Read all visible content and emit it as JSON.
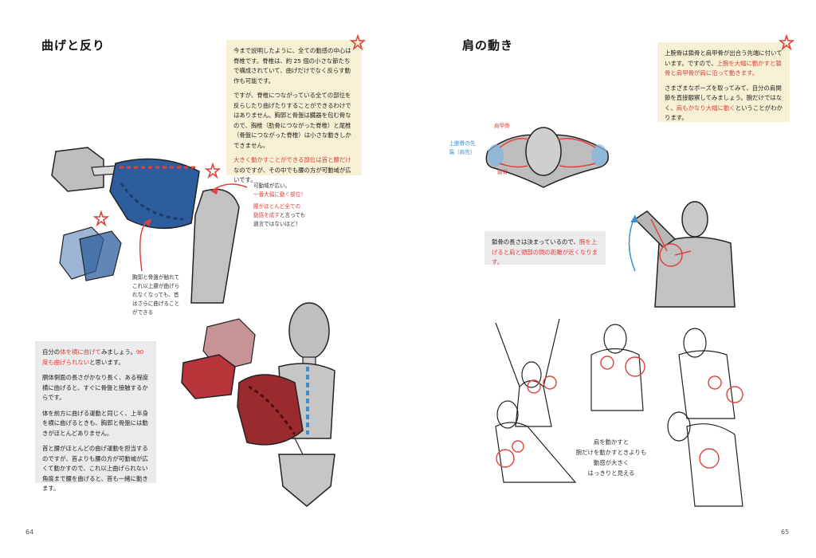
{
  "left": {
    "title": "曲げと反り",
    "note_top": {
      "p1": "今まで説明したように、全ての動感の中心は脊椎です。脊椎は、約 25 個の小さな節たちで構成されていて、曲げだけでなく反らす動作も可能です。",
      "p2": "ですが、脊椎につながっている全ての部位を反らしたり曲げたりすることができるわけではありません。胸郭と骨盤は臓器を包む骨なので、胸椎（肋骨につながった脊椎）と尾椎（骨盤につながった脊椎）は小さな動きしかできません。",
      "p3_red": "大きく動かすことができる部位は首と腰だけ",
      "p3_rest": "なのですが、その中でも腰の方が可動域が広いです。"
    },
    "annot1": {
      "line1": "可動域が広い。",
      "line2_red": "一番大幅に動く部位！",
      "line3_red": "腰がほとんど全ての",
      "line4_red": "動感を成す",
      "line4_rest": "と言っても",
      "line5": "過言ではないほど！"
    },
    "annot2": {
      "line1": "胸郭と骨盤が触れて",
      "line2": "これ以上腰が曲げら",
      "line3": "れなくなっても、首",
      "line4": "はさらに曲げること",
      "line5": "ができる"
    },
    "note_bottom": {
      "p1_a": "自分の",
      "p1_red": "体を横に曲げて",
      "p1_b": "みましょう。",
      "p1_red2": "90 度も曲げられない",
      "p1_c": "と思います。",
      "p2": "胴体側面の長さがかなり長く、ある程度横に曲げると、すぐに骨盤と接触するからです。",
      "p3": "体を前方に曲げる運動と同じく、上半身を横に曲げるときも、胸郭と骨盤には動きがほとんどありません。",
      "p4": "首と腰がほとんどの曲げ運動を担当するのですが、首よりも腰の方が可動域が広くて動かすので、これ以上曲げられない角度まで腰を曲げると、首も一緒に動きます。"
    },
    "page_number": "64"
  },
  "right": {
    "title": "肩の動き",
    "note_top": {
      "p1_a": "上腕骨は鎖骨と肩甲骨が出合う先端に付いています。ですので、",
      "p1_red": "上腕を大幅に動かすと鎖骨と肩甲骨が肩に沿って動きます。",
      "p2_a": "さまざまなポーズを取ってみて、自分の肩関節を直接観察してみましょう。腕だけではなく、",
      "p2_red": "肩もかなり大幅に動く",
      "p2_b": "ということがわかります。"
    },
    "diagram_labels": {
      "scapula": "肩甲骨",
      "clavicle": "鎖骨",
      "humerus_tip": "上腕骨の先端（肩先）"
    },
    "note_middle": {
      "text_a": "鎖骨の長さは決まっているので、",
      "text_red": "腕を上げると肩と頭部の間の距離が近くなります。"
    },
    "caption": {
      "line1": "肩を動かすと",
      "line2": "腕だけを動かすときよりも",
      "line3": "動感が大きく",
      "line4": "はっきりと見える"
    },
    "page_number": "65"
  },
  "colors": {
    "note_yellow": "#f6f1d5",
    "note_gray": "#ebebed",
    "accent_red": "#e0413b",
    "accent_blue": "#3a8fd0",
    "torso_blue": "#2d5d9c",
    "torso_red": "#9b2a2e"
  }
}
